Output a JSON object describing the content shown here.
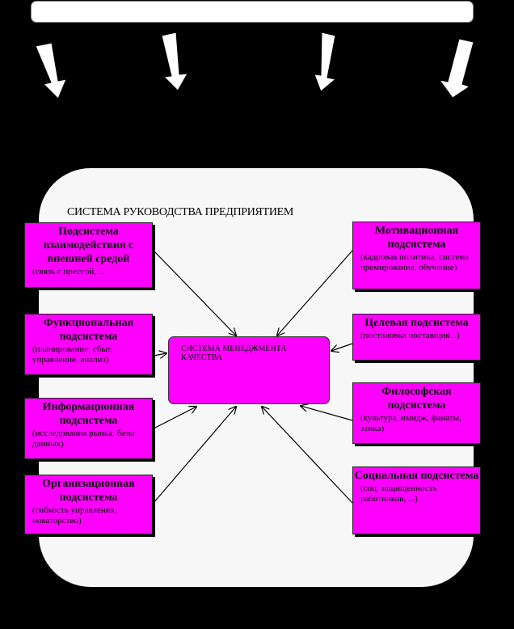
{
  "diagram": {
    "title": "СИСТЕМА РУКОВОДСТВА ПРЕДПРИЯТИЕМ",
    "center": "СИСТЕМА МЕНЕДЖМЕНТА КАЧЕСТВА",
    "left_boxes": [
      {
        "title": "Подсистема взаимодействия с внешней средой",
        "subtitle": "(связь с прессой, ..."
      },
      {
        "title": "Функциональная подсистема",
        "subtitle": "(планирование, сбыт, управление, анализ)"
      },
      {
        "title": "Информационная подсистема",
        "subtitle": "(исследования рынка, базы данных)"
      },
      {
        "title": "Организационная подсистема",
        "subtitle": "(гибкость управления, новаторство)"
      }
    ],
    "right_boxes": [
      {
        "title": "Мотивационная подсистема",
        "subtitle": "(кадровая политика, система премирования, обучение)"
      },
      {
        "title": "Целевая подсистема",
        "subtitle": "(постановка поставщик...)"
      },
      {
        "title": "Философская подсистема",
        "subtitle": "(культура, имидж, фанаты, этика)"
      },
      {
        "title": "Социальная подсистема",
        "subtitle": "(соц. защищенность работников, ...)"
      }
    ]
  },
  "colors": {
    "box": "#ff00ff",
    "background": "#000000",
    "panel": "#f7f7f7"
  }
}
